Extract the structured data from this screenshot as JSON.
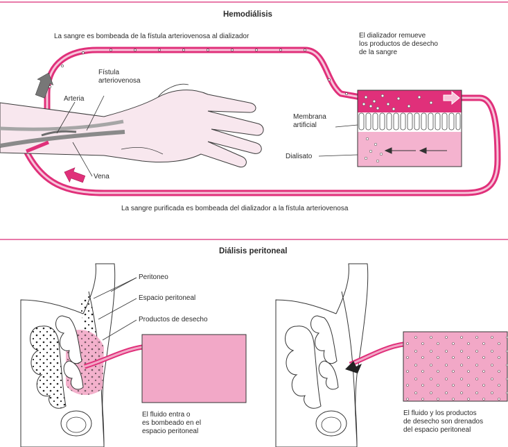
{
  "colors": {
    "accent": "#e0307a",
    "light_pink": "#f2a8c7",
    "skin": "#f8e7ee",
    "dark_pink": "#e64a8f"
  },
  "hemodialysis": {
    "title": "Hemodiálisis",
    "top_caption": "La sangre es bombeada de la fístula arteriovenosa al dializador",
    "dialyzer_caption": "El dializador remueve\nlos productos de desecho\nde la sangre",
    "label_fistula": "Fístula\narteriovenosa",
    "label_artery": "Arteria",
    "label_vein": "Vena",
    "label_membrane": "Membrana\nartificial",
    "label_dialysate": "Dialisato",
    "bottom_caption": "La sangre purificada es bombeada del dializador a la fístula arteriovenosa"
  },
  "peritoneal": {
    "title": "Diálisis peritoneal",
    "label_peritoneum": "Peritoneo",
    "label_space": "Espacio peritoneal",
    "label_waste": "Productos de desecho",
    "caption_in": "El fluido entra o\nes bombeado en el\nespacio peritoneal",
    "caption_out": "El fluido y los productos\nde desecho son drenados\ndel espacio peritoneal"
  }
}
